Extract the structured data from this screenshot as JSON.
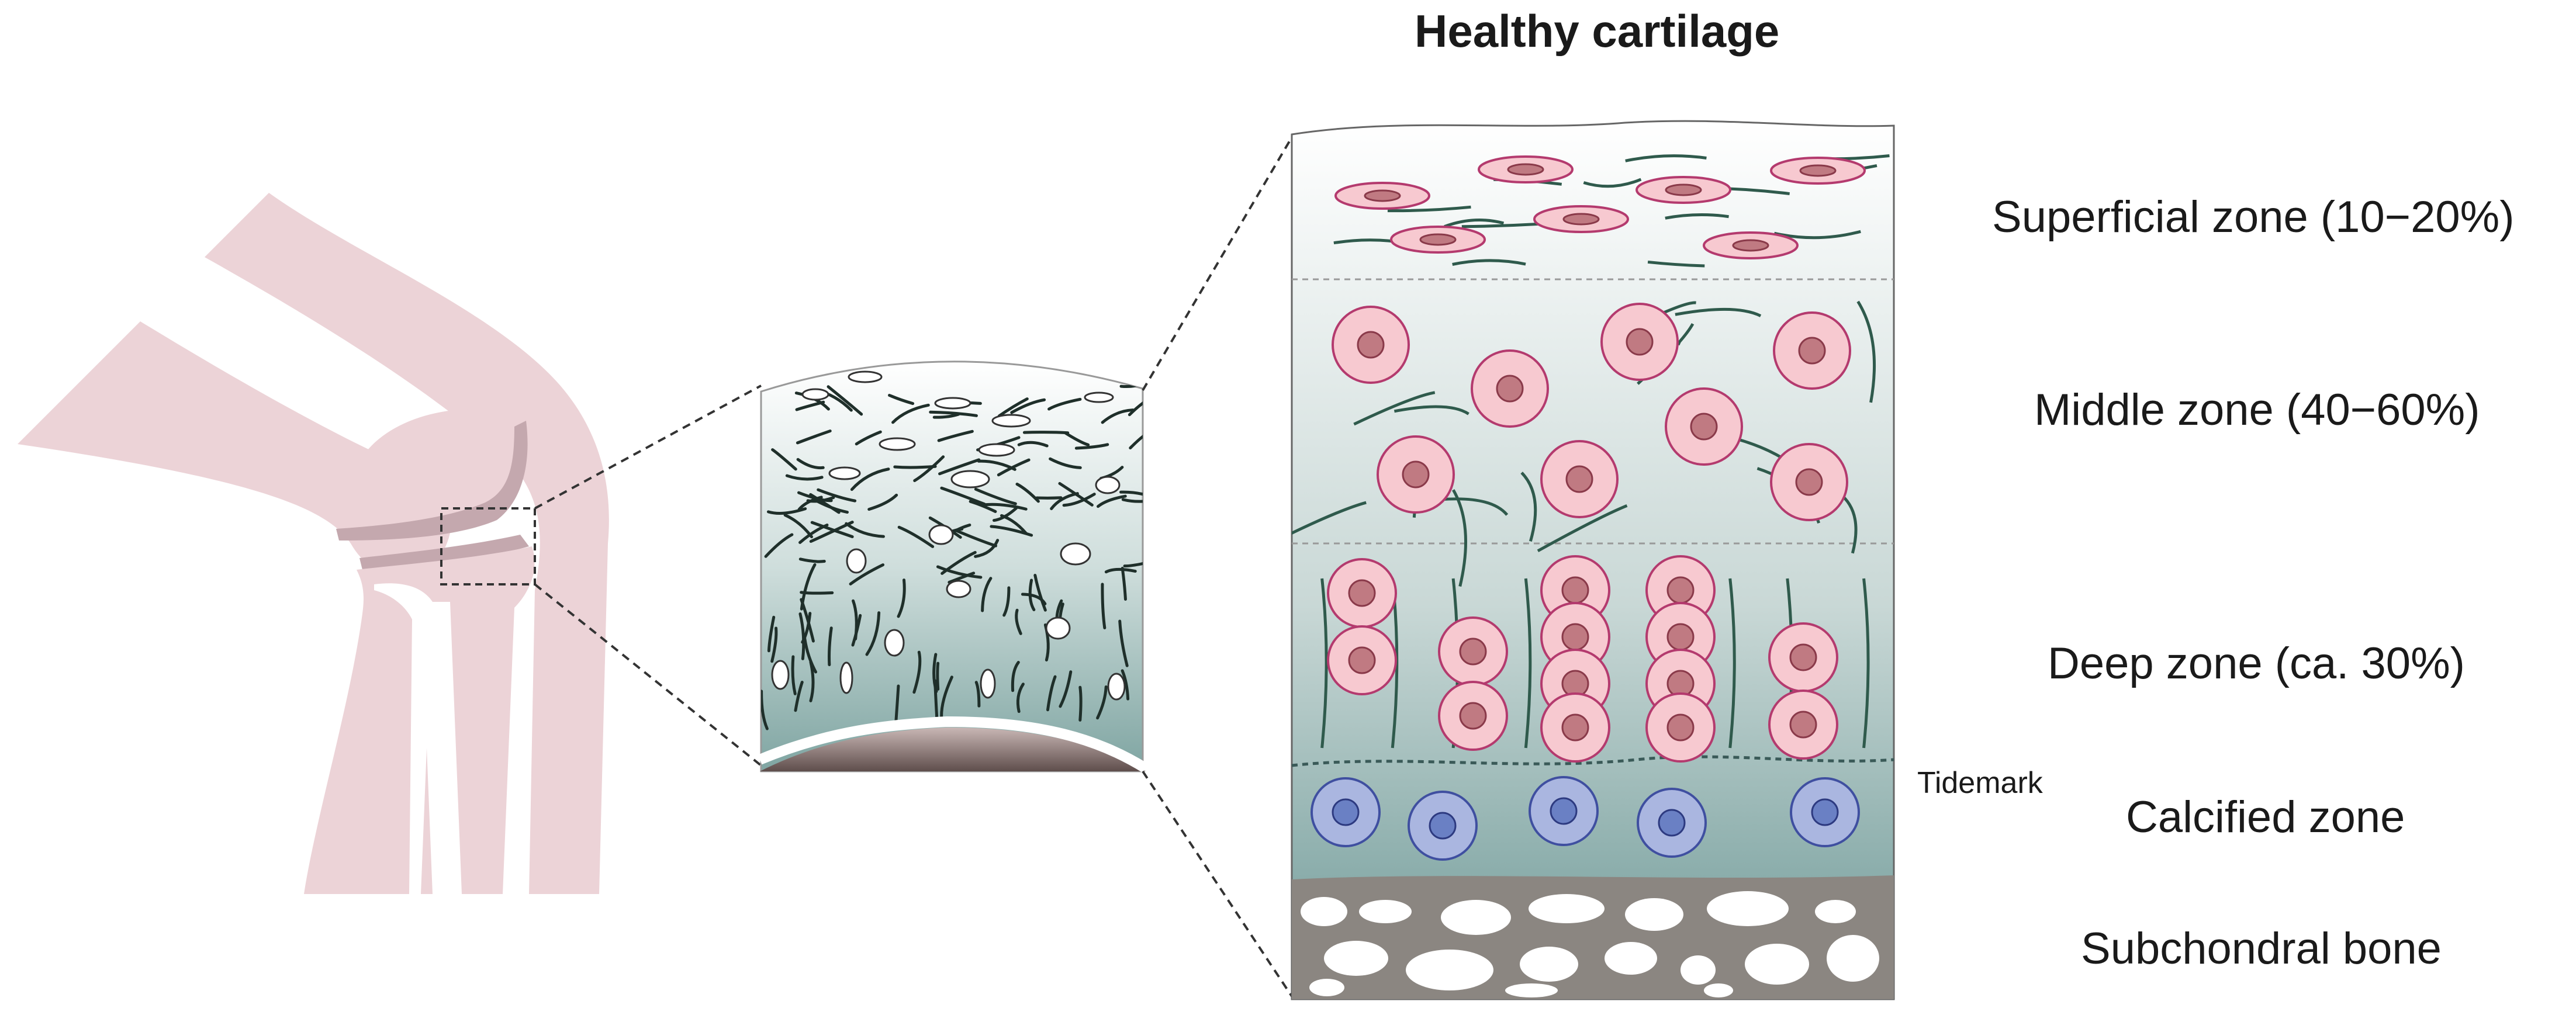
{
  "title": "Healthy cartilage",
  "zones": [
    {
      "label": "Superficial zone (10−20%)"
    },
    {
      "label": "Middle zone (40−60%)"
    },
    {
      "label": "Deep zone (ca. 30%)"
    },
    {
      "label": "Calcified zone"
    },
    {
      "label": "Subchondral bone"
    }
  ],
  "tidemark_label": "Tidemark",
  "colors": {
    "bone_outline": "#ecd3d7",
    "joint_gap": "#c4a8ae",
    "fiber": "#2f5a4c",
    "chondrocyte_fill": "#f7c9d0",
    "chondrocyte_edge": "#b43a6e",
    "nucleus": "#c07a82",
    "calcified_cell_fill": "#aab6e0",
    "calcified_cell_edge": "#3f4fa0",
    "calcified_nucleus": "#6a80c4",
    "subchondral_bone": "#8b8681",
    "cartilage_top": "#ffffff",
    "cartilage_bottom": "#6f9a98"
  }
}
